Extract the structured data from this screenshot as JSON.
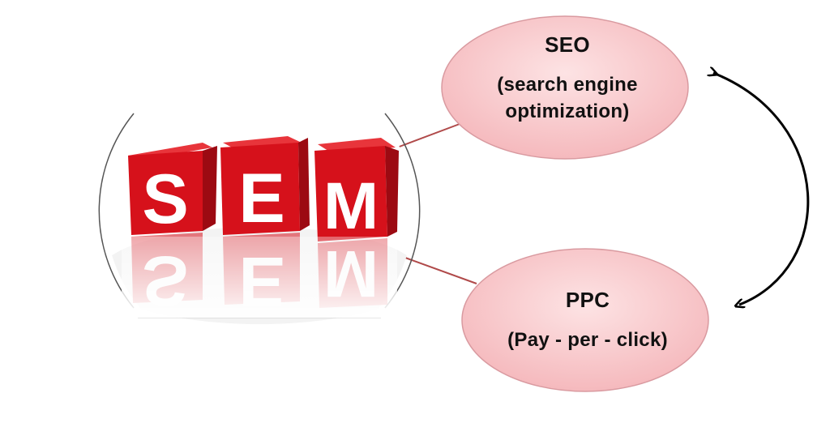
{
  "logo": {
    "letters": [
      "S",
      "E",
      "M"
    ]
  },
  "nodes": {
    "seo": {
      "title": "SEO",
      "line1": "(search engine",
      "line2": "optimization)"
    },
    "ppc": {
      "title": "PPC",
      "subtitle": "(Pay - per - click)"
    }
  },
  "colors": {
    "bubble_fill": "#f8c9cc",
    "bubble_stroke": "#d99aa0",
    "connector": "#b04a4a",
    "cube_front": "#d6111b",
    "cube_side": "#9c0a12",
    "cube_top": "#e8353b",
    "arrow": "#000000"
  }
}
